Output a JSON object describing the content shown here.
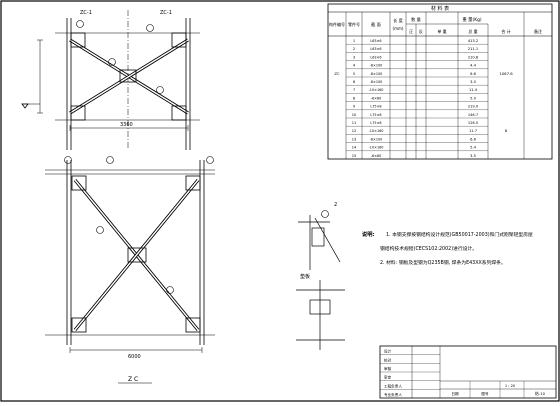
{
  "table": {
    "title": "材 料 表",
    "headers": {
      "member_no": "构件编号",
      "part_no": "零件号",
      "section": "截 面",
      "length": "长 度",
      "length_unit": "(mm)",
      "qty": "数 量",
      "qty_pos": "正",
      "qty_neg": "反",
      "weight": "重 量(Kg)",
      "weight_single": "单 重",
      "weight_total": "总 重",
      "total": "合 计",
      "remark": "备注"
    },
    "rows": [
      {
        "no": "1",
        "section": "L63×6",
        "single": "",
        "total": "413.2"
      },
      {
        "no": "2",
        "section": "L63×6",
        "single": "",
        "total": "211.1"
      },
      {
        "no": "3",
        "section": "L63×6",
        "single": "",
        "total": "210.8"
      },
      {
        "no": "4",
        "section": "-8×100",
        "single": "",
        "total": "4.4"
      },
      {
        "no": "5",
        "section": "-8×100",
        "single": "",
        "total": "6.6"
      },
      {
        "no": "6",
        "section": "-8×100",
        "single": "",
        "total": "3.0"
      },
      {
        "no": "7",
        "section": "-10×160",
        "single": "",
        "total": "11.4"
      },
      {
        "no": "8",
        "section": "-6×80",
        "single": "",
        "total": "5.0"
      },
      {
        "no": "9",
        "section": "L75×8",
        "single": "",
        "total": "219.0"
      },
      {
        "no": "10",
        "section": "L75×8",
        "single": "",
        "total": "146.7"
      },
      {
        "no": "11",
        "section": "L75×8",
        "single": "",
        "total": "126.5"
      },
      {
        "no": "12",
        "section": "-10×160",
        "single": "",
        "total": "11.7"
      },
      {
        "no": "13",
        "section": "-8×100",
        "single": "",
        "total": "6.6"
      },
      {
        "no": "14",
        "section": "-10×160",
        "single": "",
        "total": "5.4"
      },
      {
        "no": "15",
        "section": "-6×80",
        "single": "",
        "total": "3.5"
      }
    ],
    "member_label": "ZC",
    "group_totals": [
      "1067.6",
      "8"
    ]
  },
  "notes": {
    "heading": "说明:",
    "line1": "1. 本钢支撑按钢结构设计规范(GB50017-2003)和门式刚架轻型房屋",
    "line2": "钢结构技术规程(CECS102:2002)进行设计。",
    "line3": "2. 材料: 钢板及型钢为Q235B钢, 焊条为E43XX系列焊条。"
  },
  "drawing": {
    "top_label_left": "ZC-1",
    "top_label_right": "ZC-1",
    "top_dim": "3360",
    "bottom_dim": "6000",
    "view_label": "Z C",
    "side_label": "垫板",
    "node_label": "2"
  },
  "title_block": {
    "rows": [
      "设计",
      "校对",
      "审核",
      "审定",
      "工程负责人",
      "专业负责人"
    ],
    "drawing_no_label": "图号",
    "sheet_no": "结-10",
    "date_label": "日期",
    "scale": "1 : 20"
  }
}
